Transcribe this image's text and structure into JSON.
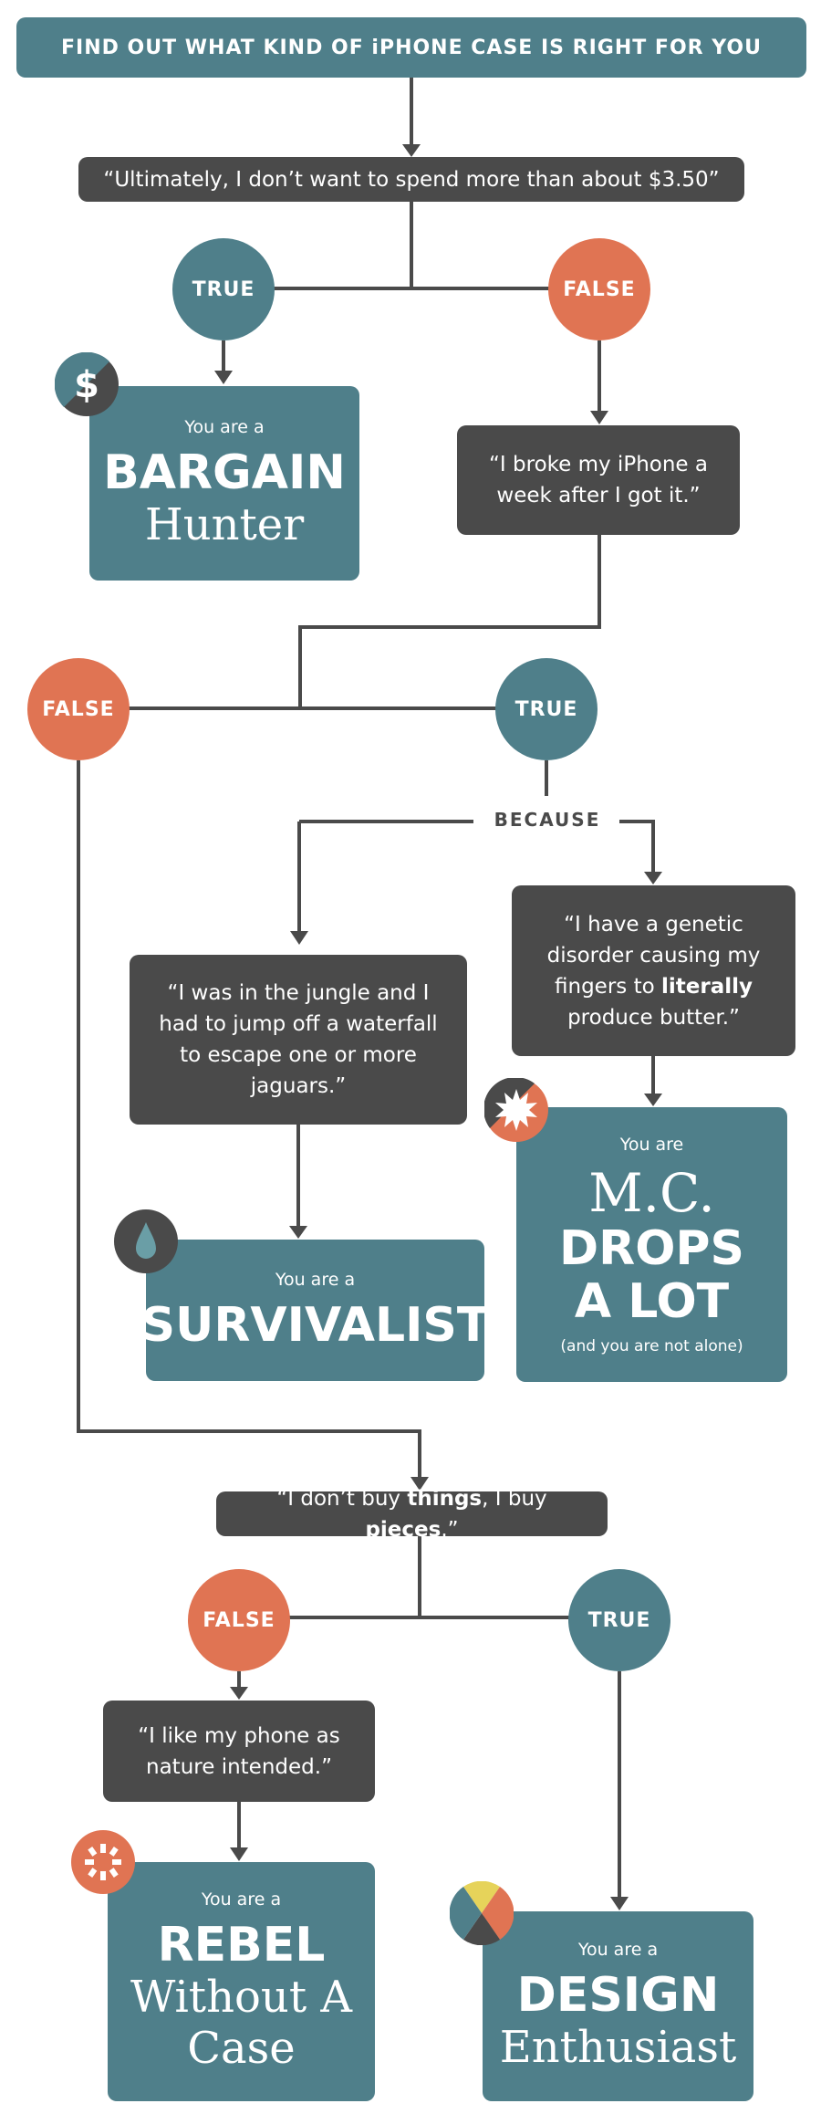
{
  "title": "FIND OUT WHAT KIND OF iPHONE CASE IS RIGHT FOR YOU",
  "questions": {
    "q1": "“Ultimately, I don’t want to spend more than about $3.50”",
    "q2": "“I broke my iPhone a week after I got it.”",
    "q3": "“I was in the jungle and I had to jump off a waterfall to escape one or more jaguars.”",
    "q4_pre": "“I have a genetic disorder causing my fingers to ",
    "q4_bold": "literally",
    "q4_post": " produce butter.”",
    "q5_a": "“I don’t buy ",
    "q5_b": "things",
    "q5_c": ", I buy ",
    "q5_d": "pieces",
    "q5_e": ".”",
    "q6": "“I like my phone as nature intended.”"
  },
  "labels": {
    "true": "TRUE",
    "false": "FALSE",
    "because": "BECAUSE"
  },
  "results": {
    "bargain": {
      "intro": "You are a",
      "big": "BARGAIN",
      "serif": "Hunter"
    },
    "survivalist": {
      "intro": "You are a",
      "big": "SURVIVALIST"
    },
    "mc": {
      "intro": "You are",
      "serif": "M.C.",
      "big1": "DROPS",
      "big2": "A LOT",
      "note": "(and you are not alone)"
    },
    "rebel": {
      "intro": "You are a",
      "big": "REBEL",
      "serif1": "Without A",
      "serif2": "Case"
    },
    "design": {
      "intro": "You are a",
      "big": "DESIGN",
      "serif": "Enthusiast"
    }
  },
  "colors": {
    "teal": "#4f7f8a",
    "orange": "#e07453",
    "dark": "#4a4a4a",
    "yellow": "#e6d35a"
  }
}
